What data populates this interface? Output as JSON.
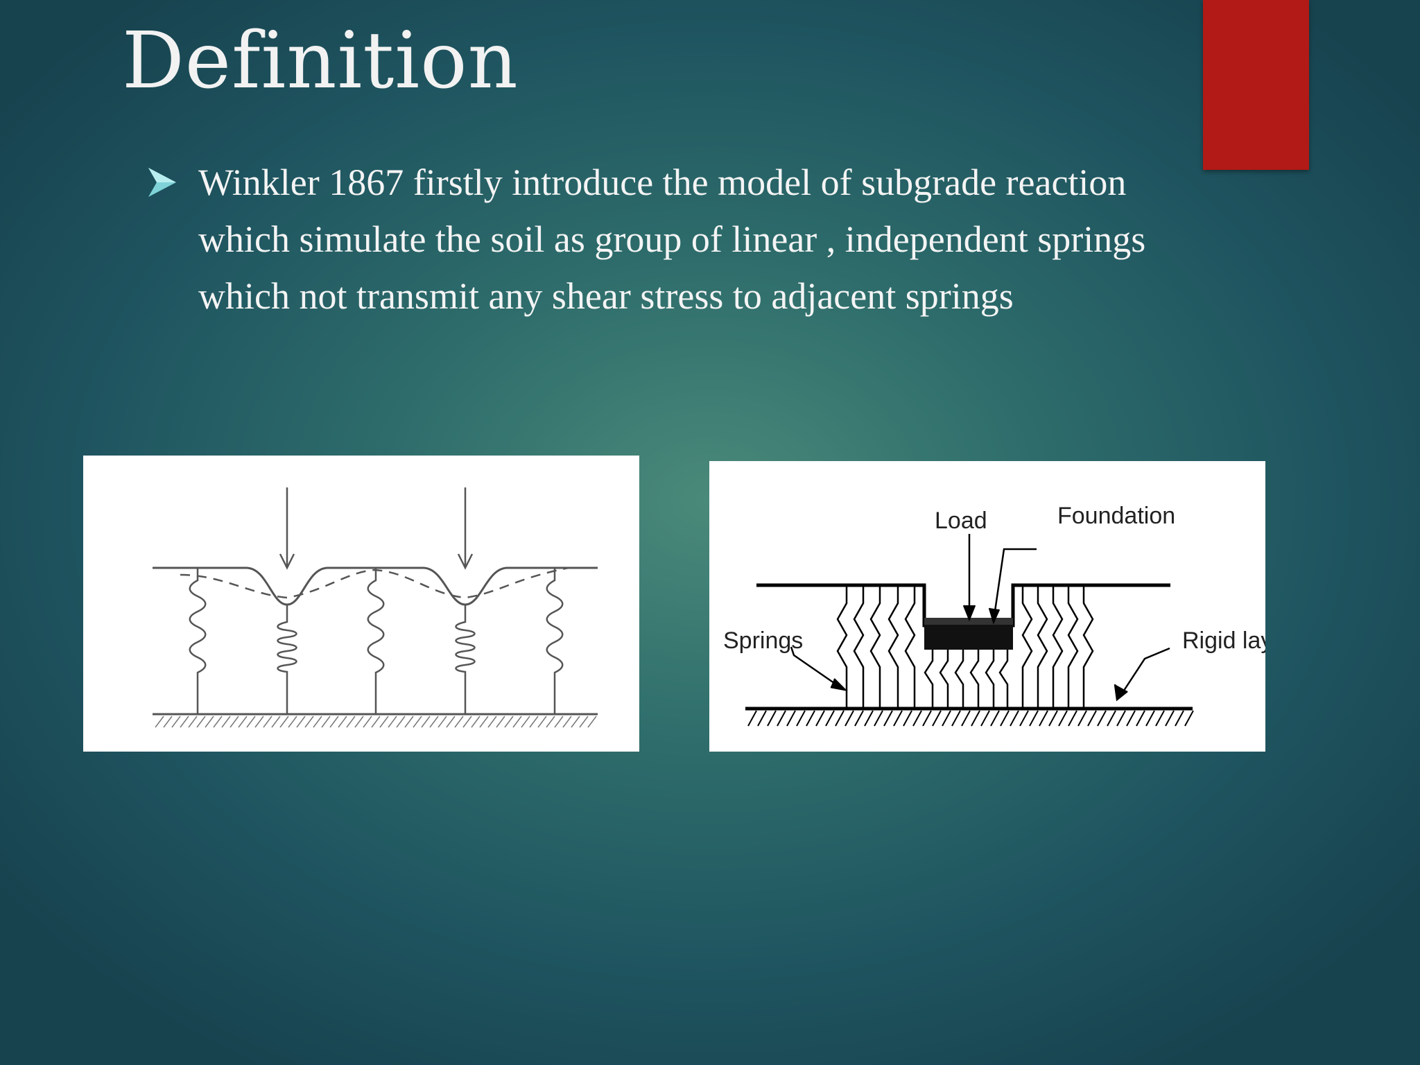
{
  "slide": {
    "title": "Definition",
    "bullets": [
      {
        "text": "Winkler 1867 firstly introduce the model of subgrade reaction which simulate the soil as group of linear , independent springs which not transmit any shear stress to adjacent springs",
        "icon": "arrowhead-bullet-icon"
      }
    ]
  },
  "figure_2": {
    "labels": {
      "load": "Load",
      "foundation": "Foundation",
      "springs": "Springs",
      "rigid_layer": "Rigid layer"
    }
  },
  "colors": {
    "accent": "#b11a16",
    "bullet": "#7fd3d8",
    "text": "#f4f4f4"
  }
}
